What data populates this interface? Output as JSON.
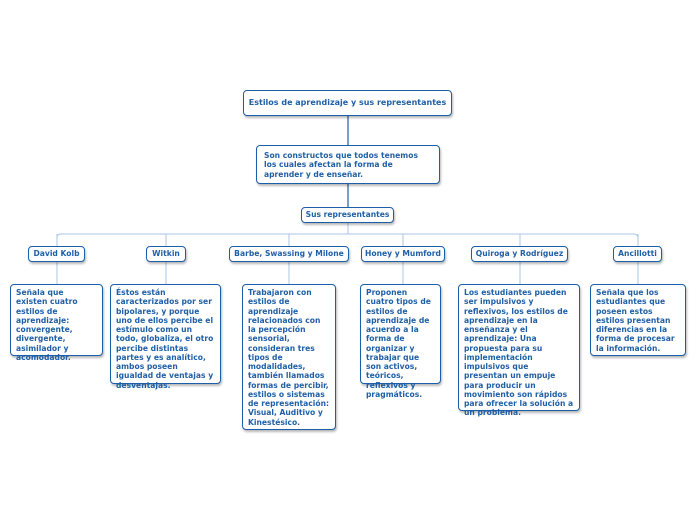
{
  "root": "Estilos de aprendizaje y sus representantes",
  "definition": "Son constructos que todos tenemos los cuales afectan la forma de aprender y de enseñar.",
  "representatives_label": "Sus representantes",
  "representatives": [
    {
      "name": "David Kolb",
      "description": "Señala que existen cuatro estilos de aprendizaje: convergente, divergente, asimilador y acomodador."
    },
    {
      "name": "Witkin",
      "description": "Éstos están caracterizados por ser bipolares, y porque uno de ellos percibe el estímulo como un todo, globaliza, el otro percibe distintas partes y es analítico, ambos poseen igualdad de ventajas y desventajas."
    },
    {
      "name": "Barbe, Swassing y Milone",
      "description": "Trabajaron con estilos de aprendizaje relacionados con la percepción sensorial, consideran tres tipos de modalidades, también llamados formas de percibir, estilos o sistemas de representación: Visual, Auditivo y Kinestésico."
    },
    {
      "name": "Honey y Mumford",
      "description": "Proponen cuatro tipos de estilos de aprendizaje de acuerdo a la forma de organizar y trabajar que son activos, teóricos, reflexivos y pragmáticos."
    },
    {
      "name": "Quiroga y Rodríguez",
      "description": "Los estudiantes pueden ser impulsivos y reflexivos, los estilos de aprendizaje en la enseñanza y el aprendizaje: Una propuesta para su implementación impulsivos que presentan un empuje para producir un movimiento son rápidos para ofrecer la solución a un problema."
    },
    {
      "name": "Ancillotti",
      "description": "Señala que los estudiantes  que poseen estos estilos presentan diferencias en la forma de procesar la información."
    }
  ],
  "colors": {
    "border": "#1a5fa8",
    "text": "#1f5fa6",
    "connector_main": "#1f5fa6",
    "connector_branch": "#a9c5e6"
  }
}
